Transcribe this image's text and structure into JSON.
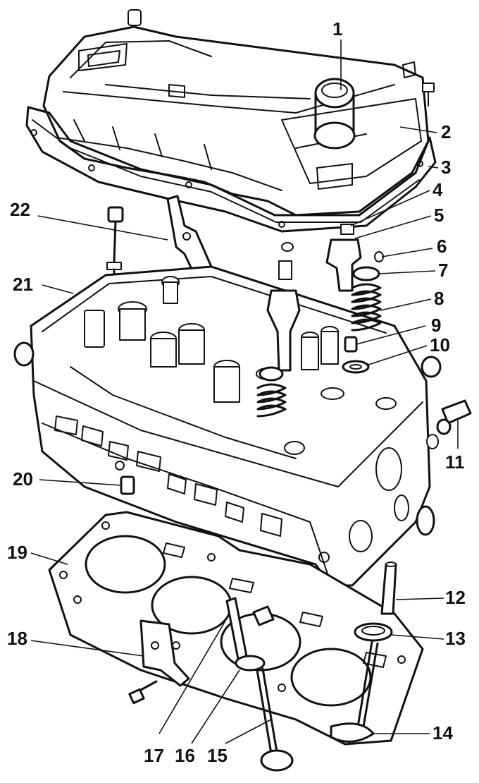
{
  "callouts": [
    {
      "id": "1",
      "text": "1"
    },
    {
      "id": "2",
      "text": "2"
    },
    {
      "id": "3",
      "text": "3"
    },
    {
      "id": "4",
      "text": "4"
    },
    {
      "id": "5",
      "text": "5"
    },
    {
      "id": "6",
      "text": "6"
    },
    {
      "id": "7",
      "text": "7"
    },
    {
      "id": "8",
      "text": "8"
    },
    {
      "id": "9",
      "text": "9"
    },
    {
      "id": "10",
      "text": "10"
    },
    {
      "id": "11",
      "text": "11"
    },
    {
      "id": "12",
      "text": "12"
    },
    {
      "id": "13",
      "text": "13"
    },
    {
      "id": "14",
      "text": "14"
    },
    {
      "id": "15",
      "text": "15"
    },
    {
      "id": "16",
      "text": "16"
    },
    {
      "id": "17",
      "text": "17"
    },
    {
      "id": "18",
      "text": "18"
    },
    {
      "id": "19",
      "text": "19"
    },
    {
      "id": "20",
      "text": "20"
    },
    {
      "id": "21",
      "text": "21"
    },
    {
      "id": "22",
      "text": "22"
    }
  ],
  "colors": {
    "ink": "#111111",
    "paper": "#ffffff"
  }
}
